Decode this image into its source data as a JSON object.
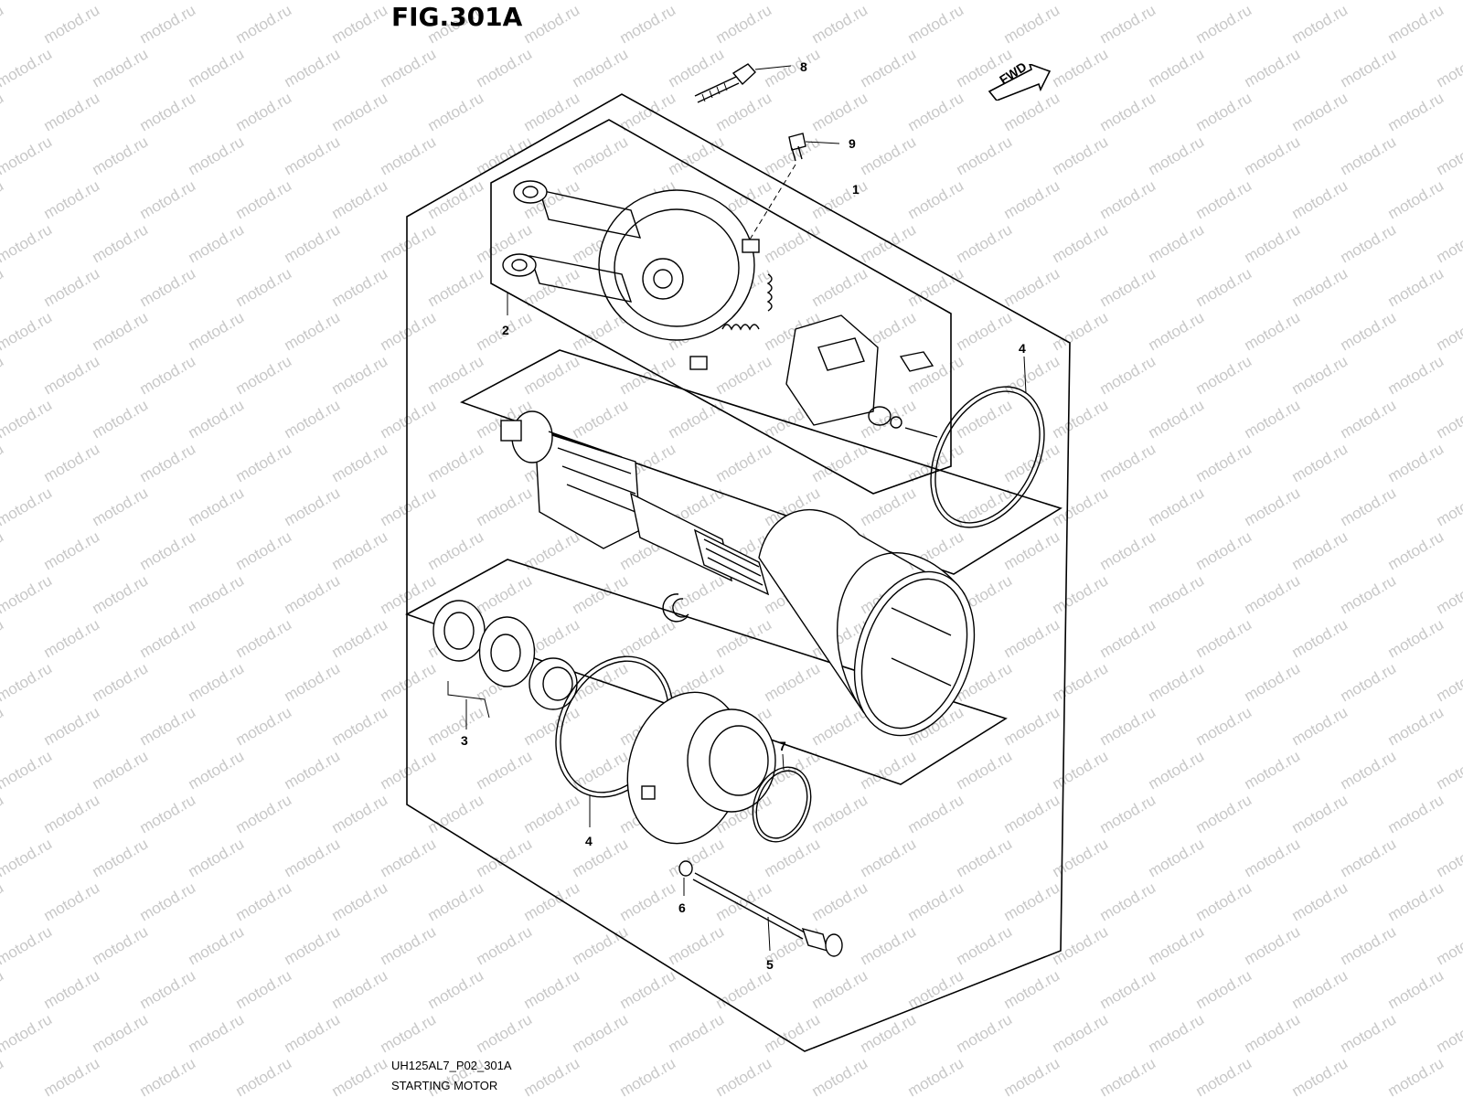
{
  "figure": {
    "title": "FIG.301A",
    "drawing_code": "UH125AL7_P02_301A",
    "assembly_name": "STARTING MOTOR",
    "direction_badge": "FWD",
    "watermark": "motod.ru"
  },
  "callouts": [
    {
      "number": "1"
    },
    {
      "number": "2"
    },
    {
      "number": "3"
    },
    {
      "number": "4"
    },
    {
      "number": "4"
    },
    {
      "number": "5"
    },
    {
      "number": "6"
    },
    {
      "number": "7"
    },
    {
      "number": "8"
    },
    {
      "number": "9"
    }
  ]
}
